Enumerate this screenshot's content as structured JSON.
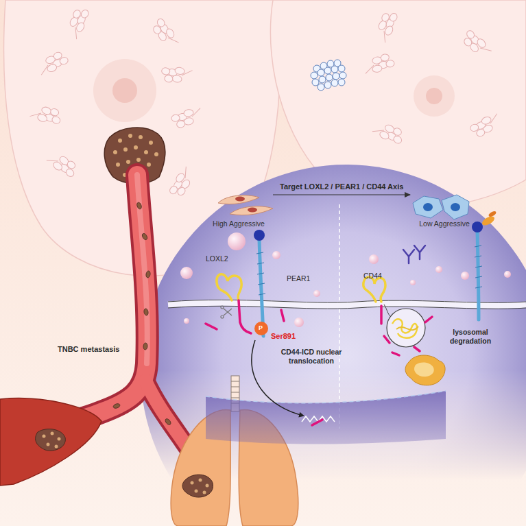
{
  "diagram": {
    "nodes": [
      {
        "text": [
          "High Aggressive"
        ]
      },
      {
        "text": [
          "Low Aggressive"
        ]
      }
    ],
    "edges": [
      {
        "from": 0,
        "to": 1,
        "arrow": "to",
        "label": "Target LOXL2 / PEAR1 / CD44 Axis"
      }
    ],
    "labels": [
      "LOXL2",
      "PEAR1",
      "P",
      "Ser891",
      "CD44-ICD nuclear translocation",
      "CD44",
      "lysosomal degradation",
      "TNBC metastasis"
    ]
  }
}
